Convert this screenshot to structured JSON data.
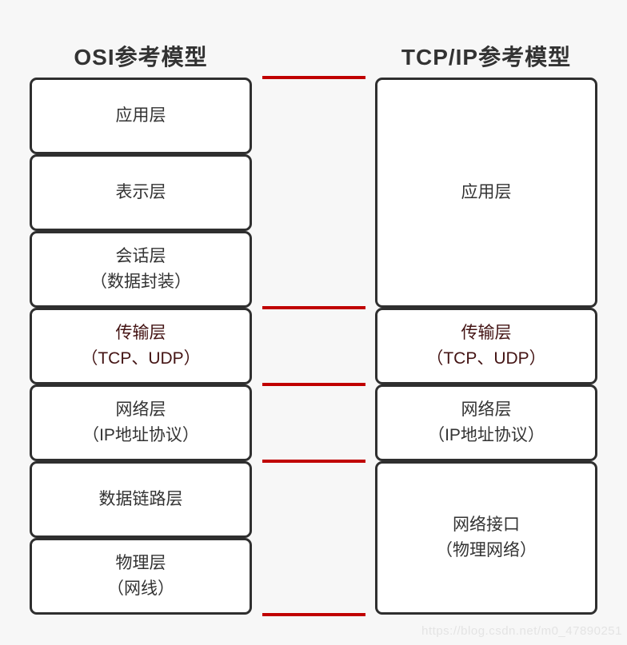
{
  "osi_column": {
    "title": "OSI参考模型",
    "layers": [
      {
        "name": "应用层",
        "sub": ""
      },
      {
        "name": "表示层",
        "sub": ""
      },
      {
        "name": "会话层",
        "sub": "（数据封装）"
      },
      {
        "name": "传输层",
        "sub": "（TCP、UDP）",
        "highlight": true
      },
      {
        "name": "网络层",
        "sub": "（IP地址协议）"
      },
      {
        "name": "数据链路层",
        "sub": ""
      },
      {
        "name": "物理层",
        "sub": "（网线）"
      }
    ]
  },
  "tcpip_column": {
    "title": "TCP/IP参考模型",
    "layers": [
      {
        "name": "应用层",
        "sub": "",
        "osi_span": 3
      },
      {
        "name": "传输层",
        "sub": "（TCP、UDP）",
        "osi_span": 1,
        "highlight": true
      },
      {
        "name": "网络层",
        "sub": "（IP地址协议）",
        "osi_span": 1
      },
      {
        "name": "网络接口",
        "sub": "（物理网络）",
        "osi_span": 2
      }
    ]
  },
  "connector_lines": {
    "count": 5,
    "color": "#c00000"
  },
  "watermark": "https://blog.csdn.net/m0_47890251",
  "colors": {
    "background": "#f7f7f7",
    "box_fill": "#ffffff",
    "box_border": "#2f2f2f",
    "text": "#333333",
    "accent_line": "#c00000",
    "highlight_text": "#441414",
    "watermark_text": "#e4e4e4"
  }
}
